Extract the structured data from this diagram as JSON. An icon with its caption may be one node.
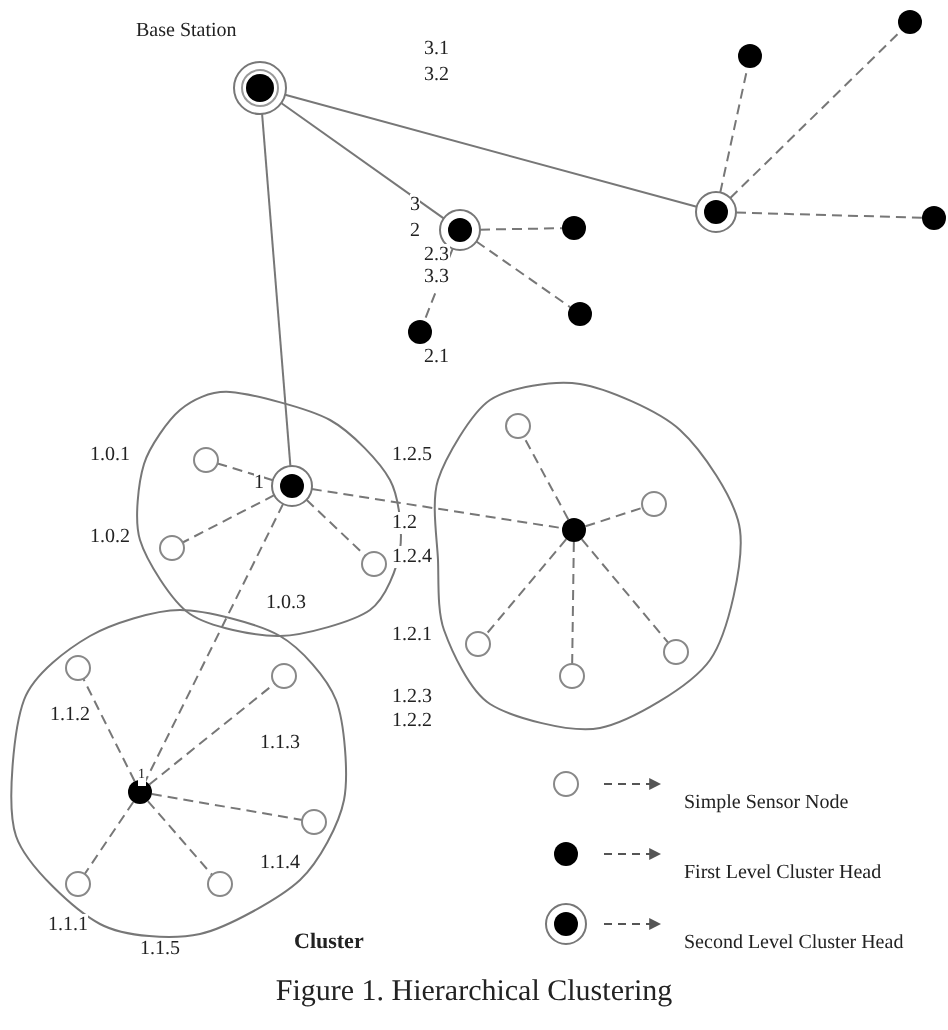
{
  "diagram": {
    "caption": "Figure 1. Hierarchical Clustering",
    "nodes": [
      {
        "text": [],
        "shape": "circle",
        "beside": [
          "Base Station"
        ]
      },
      {
        "text": [],
        "shape": "circle"
      },
      {
        "text": [],
        "shape": "circle"
      },
      {
        "text": [],
        "shape": "circle"
      },
      {
        "text": [],
        "shape": "circle"
      },
      {
        "text": [],
        "shape": "circle"
      },
      {
        "text": [],
        "shape": "circle"
      },
      {
        "text": [],
        "shape": "circle"
      },
      {
        "text": [],
        "shape": "circle"
      },
      {
        "text": [],
        "shape": "blob"
      },
      {
        "text": [],
        "shape": "circle",
        "in": 9
      },
      {
        "text": [],
        "shape": "circle",
        "in": 9
      },
      {
        "text": [],
        "shape": "circle",
        "in": 9
      },
      {
        "text": [],
        "shape": "circle",
        "in": 9
      },
      {
        "text": [],
        "shape": "blob"
      },
      {
        "text": [],
        "shape": "circle",
        "in": 14
      },
      {
        "text": [],
        "shape": "circle",
        "in": 14
      },
      {
        "text": [],
        "shape": "circle",
        "in": 14
      },
      {
        "text": [],
        "shape": "circle",
        "in": 14
      },
      {
        "text": [],
        "shape": "circle",
        "in": 14
      },
      {
        "text": [],
        "shape": "circle",
        "in": 14
      },
      {
        "text": [],
        "shape": "blob",
        "beside": [
          "Cluster"
        ]
      },
      {
        "text": [],
        "shape": "circle",
        "in": 21
      },
      {
        "text": [],
        "shape": "circle",
        "in": 21
      },
      {
        "text": [],
        "shape": "circle",
        "in": 21
      },
      {
        "text": [],
        "shape": "circle",
        "in": 21
      },
      {
        "text": [],
        "shape": "circle",
        "in": 21
      },
      {
        "text": [],
        "shape": "circle",
        "in": 21
      }
    ],
    "edges": [
      {
        "from": 0,
        "to": 11,
        "arrow": "none"
      },
      {
        "from": 0,
        "to": 3,
        "arrow": "none"
      },
      {
        "from": 0,
        "to": 5,
        "arrow": "none"
      },
      {
        "from": 5,
        "to": 1,
        "arrow": "none",
        "style": "dashed"
      },
      {
        "from": 5,
        "to": 2,
        "arrow": "none",
        "style": "dashed"
      },
      {
        "from": 5,
        "to": 6,
        "arrow": "none",
        "style": "dashed"
      },
      {
        "from": 3,
        "to": 4,
        "arrow": "none",
        "style": "dashed"
      },
      {
        "from": 3,
        "to": 7,
        "arrow": "none",
        "style": "dashed"
      },
      {
        "from": 3,
        "to": 8,
        "arrow": "none",
        "style": "dashed"
      },
      {
        "from": 11,
        "to": 10,
        "arrow": "none",
        "style": "dashed"
      },
      {
        "from": 11,
        "to": 12,
        "arrow": "none",
        "style": "dashed"
      },
      {
        "from": 11,
        "to": 13,
        "arrow": "none",
        "style": "dashed"
      },
      {
        "from": 11,
        "to": 17,
        "arrow": "none",
        "style": "dashed"
      },
      {
        "from": 11,
        "to": 24,
        "arrow": "none",
        "style": "dashed"
      },
      {
        "from": 17,
        "to": 15,
        "arrow": "none",
        "style": "dashed"
      },
      {
        "from": 17,
        "to": 16,
        "arrow": "none",
        "style": "dashed"
      },
      {
        "from": 17,
        "to": 18,
        "arrow": "none",
        "style": "dashed"
      },
      {
        "from": 17,
        "to": 19,
        "arrow": "none",
        "style": "dashed"
      },
      {
        "from": 17,
        "to": 20,
        "arrow": "none",
        "style": "dashed"
      },
      {
        "from": 24,
        "to": 22,
        "arrow": "none",
        "style": "dashed"
      },
      {
        "from": 24,
        "to": 23,
        "arrow": "none",
        "style": "dashed"
      },
      {
        "from": 24,
        "to": 25,
        "arrow": "none",
        "style": "dashed"
      },
      {
        "from": 24,
        "to": 26,
        "arrow": "none",
        "style": "dashed"
      },
      {
        "from": 24,
        "to": 27,
        "arrow": "none",
        "style": "dashed"
      }
    ],
    "labels": [
      "3.1",
      "3.2",
      "3",
      "2",
      "2.3",
      "3.3",
      "2.1",
      "1.0.1",
      "1",
      "1.0.2",
      "1.0.3",
      "1.2.5",
      "1.2",
      "1.2.4",
      "1.2.1",
      "1.2.3",
      "1.2.2",
      "1.1.2",
      "1.1.3",
      "1",
      "1.1.4",
      "1.1.1",
      "1.1.5"
    ],
    "legend": [
      {
        "text": "Simple Sensor Node"
      },
      {
        "text": "First Level Cluster Head"
      },
      {
        "text": "Second Level Cluster Head"
      }
    ]
  }
}
